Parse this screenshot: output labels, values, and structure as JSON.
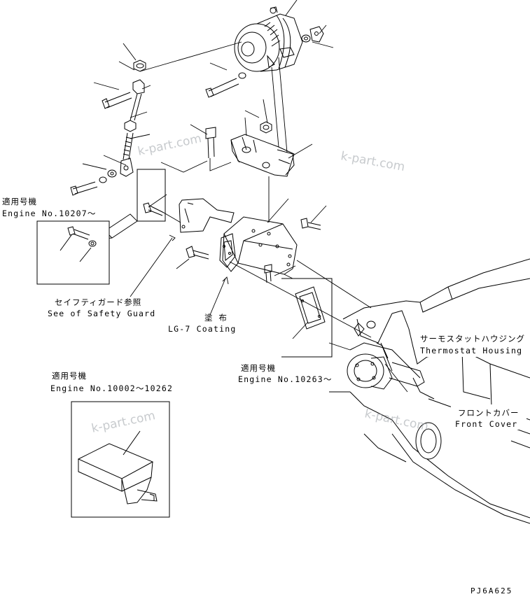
{
  "labels": {
    "top_left_jp": "適用号機",
    "top_left_en": "Engine No.10207～",
    "safety_jp": "セイフティガード参照",
    "safety_en": "See of Safety Guard",
    "coating_jp": "塗 布",
    "coating_en": "LG-7 Coating",
    "mid_jp": "適用号機",
    "mid_en": "Engine No.10263～",
    "bottom_jp": "適用号機",
    "bottom_en": "Engine No.10002～10262",
    "thermo_jp": "サーモスタットハウジング",
    "thermo_en": "Thermostat Housing",
    "front_jp": "フロントカバー",
    "front_en": "Front Cover",
    "drawing_code": "PJ6A625"
  },
  "watermarks": [
    "k-part.com",
    "k-part.com",
    "k-part.com",
    "k-part.com"
  ]
}
